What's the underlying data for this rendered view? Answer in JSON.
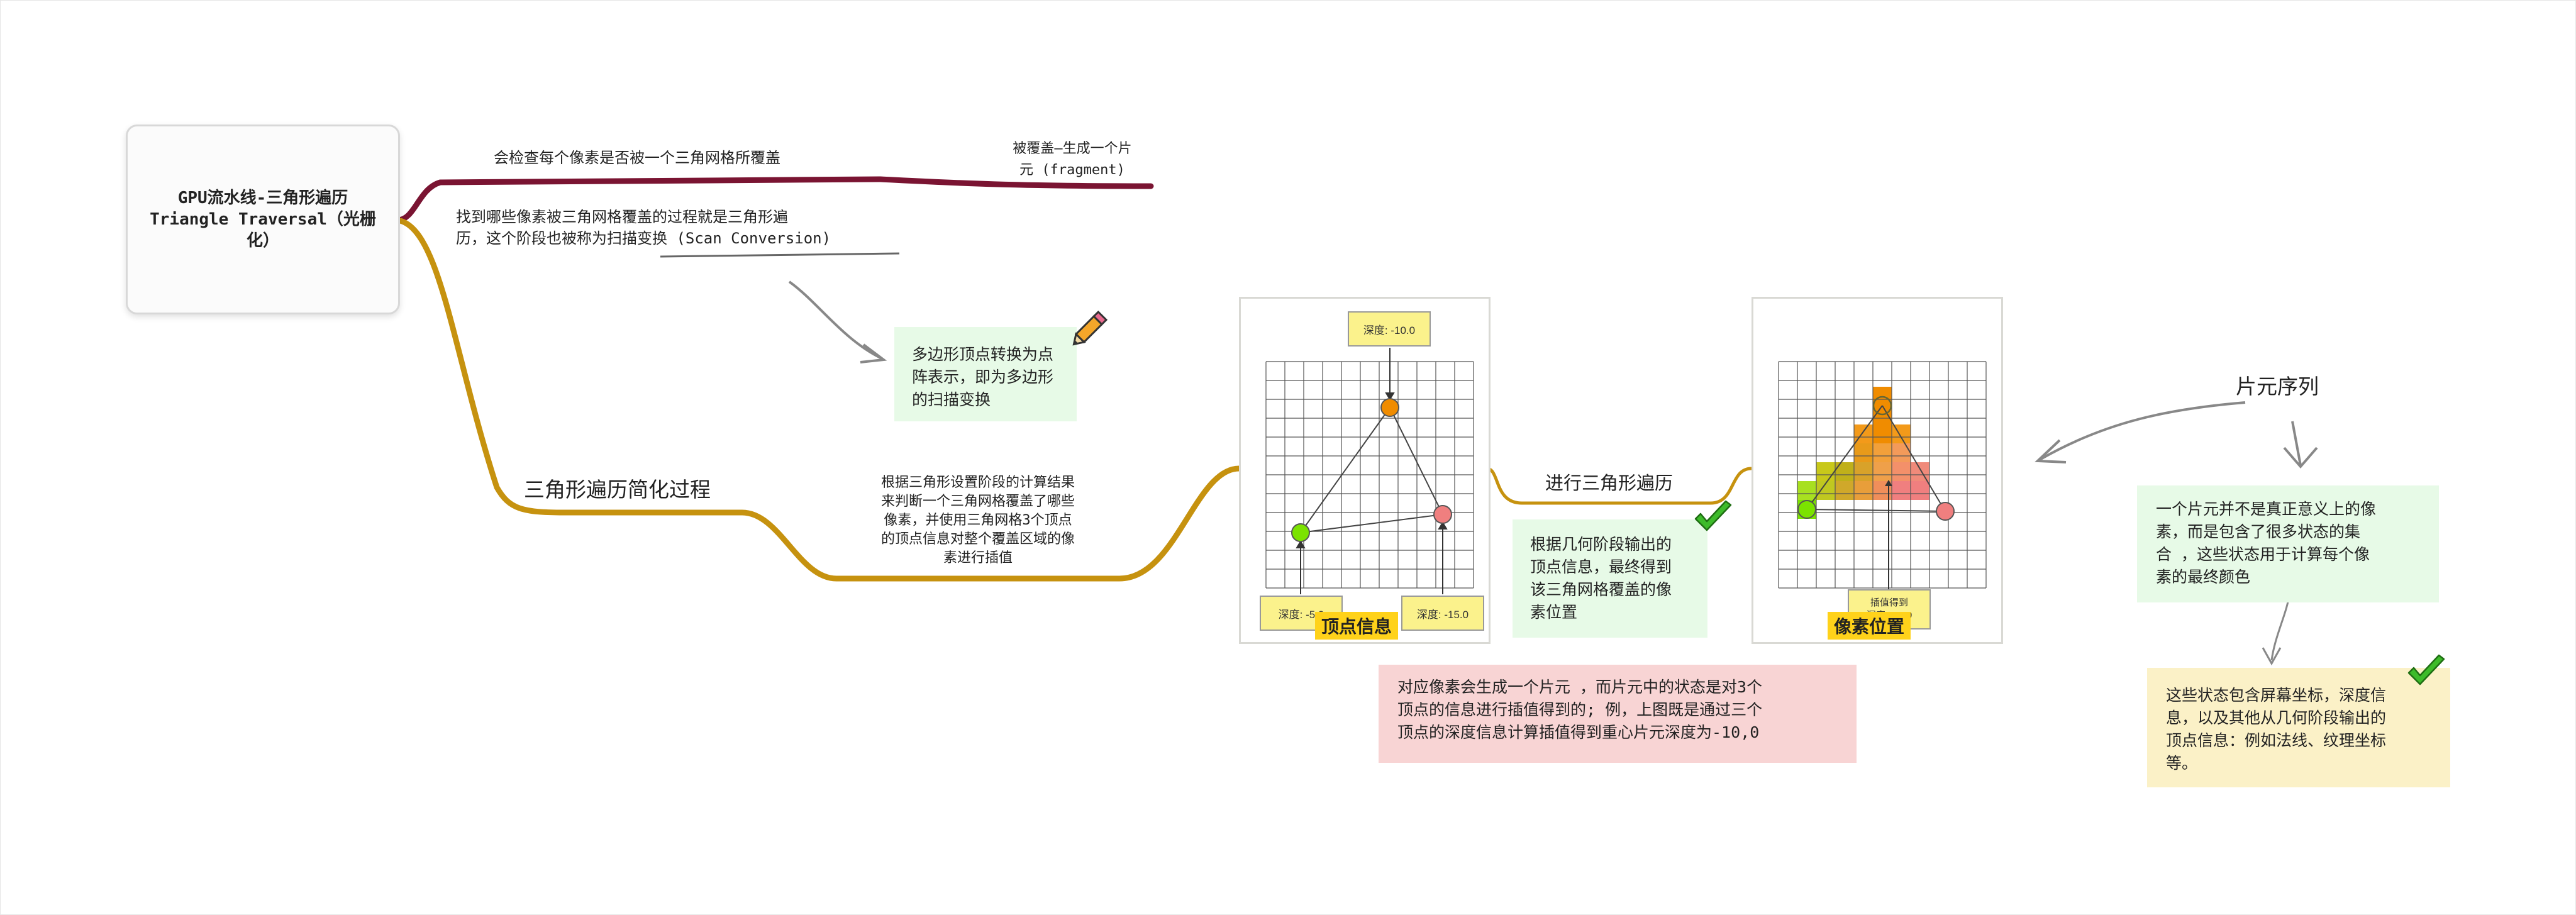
{
  "root": {
    "line1": "GPU流水线-三角形遍历",
    "line2": "Triangle Traversal（光栅",
    "line3": "化）"
  },
  "branch_top": {
    "label": "会检查每个像素是否被一个三角网格所覆盖",
    "child_line1": "被覆盖—生成一个片",
    "child_line2": "元 (fragment)"
  },
  "branch_mid": {
    "line1": "找到哪些像素被三角网格覆盖的过程就是三角形遍",
    "line2": "历，这个阶段也被称为扫描变换 (Scan Conversion)"
  },
  "note_polygon": {
    "line1": "多边形顶点转换为点",
    "line2": "阵表示，即为多边形",
    "line3": "的扫描变换"
  },
  "branch_bottom": {
    "title": "三角形遍历简化过程",
    "desc1": "根据三角形设置阶段的计算结果",
    "desc2": "来判断一个三角网格覆盖了哪些",
    "desc3": "像素，并使用三角网格3个顶点",
    "desc4": "的顶点信息对整个覆盖区域的像",
    "desc5": "素进行插值"
  },
  "vertex_image": {
    "caption": "顶点信息",
    "depth_top": "深度: -10.0",
    "depth_left": "深度: -5.0",
    "depth_right": "深度: -15.0"
  },
  "connector_label": "进行三角形遍历",
  "note_geometry": {
    "line1": "根据几何阶段输出的",
    "line2": "顶点信息，最终得到",
    "line3": "该三角网格覆盖的像",
    "line4": "素位置"
  },
  "pixel_image": {
    "caption": "像素位置",
    "interp_label1": "插值得到",
    "interp_label2": "深度: -10.0"
  },
  "note_pink": {
    "line1": "对应像素会生成一个片元 ，而片元中的状态是对3个",
    "line2": "顶点的信息进行插值得到的; 例，上图既是通过三个",
    "line3": "顶点的深度信息计算插值得到重心片元深度为-10,0"
  },
  "fragment_sequence": {
    "title": "片元序列"
  },
  "note_fragment": {
    "line1": "一个片元并不是真正意义上的像",
    "line2": "素，而是包含了很多状态的集",
    "line3": "合 ，这些状态用于计算每个像",
    "line4": "素的最终颜色"
  },
  "note_states": {
    "line1": "这些状态包含屏幕坐标，深度信",
    "line2": "息，以及其他从几何阶段输出的",
    "line3": "顶点信息：例如法线、纹理坐标",
    "line4": "等。"
  },
  "icons": [
    "pencil-icon",
    "checkmark-icon",
    "checkmark-icon"
  ],
  "colors": {
    "branch_top": "#7a1432",
    "branch_bottom": "#c6920f",
    "sticky_green": "#e7fae7",
    "sticky_pink": "#f8d4d4",
    "sticky_yellow": "#fbf1c7",
    "vertex_orange": "#f08c00",
    "vertex_green": "#7be300",
    "vertex_red": "#f07f7f",
    "caption_yellow": "#ffd21a"
  }
}
